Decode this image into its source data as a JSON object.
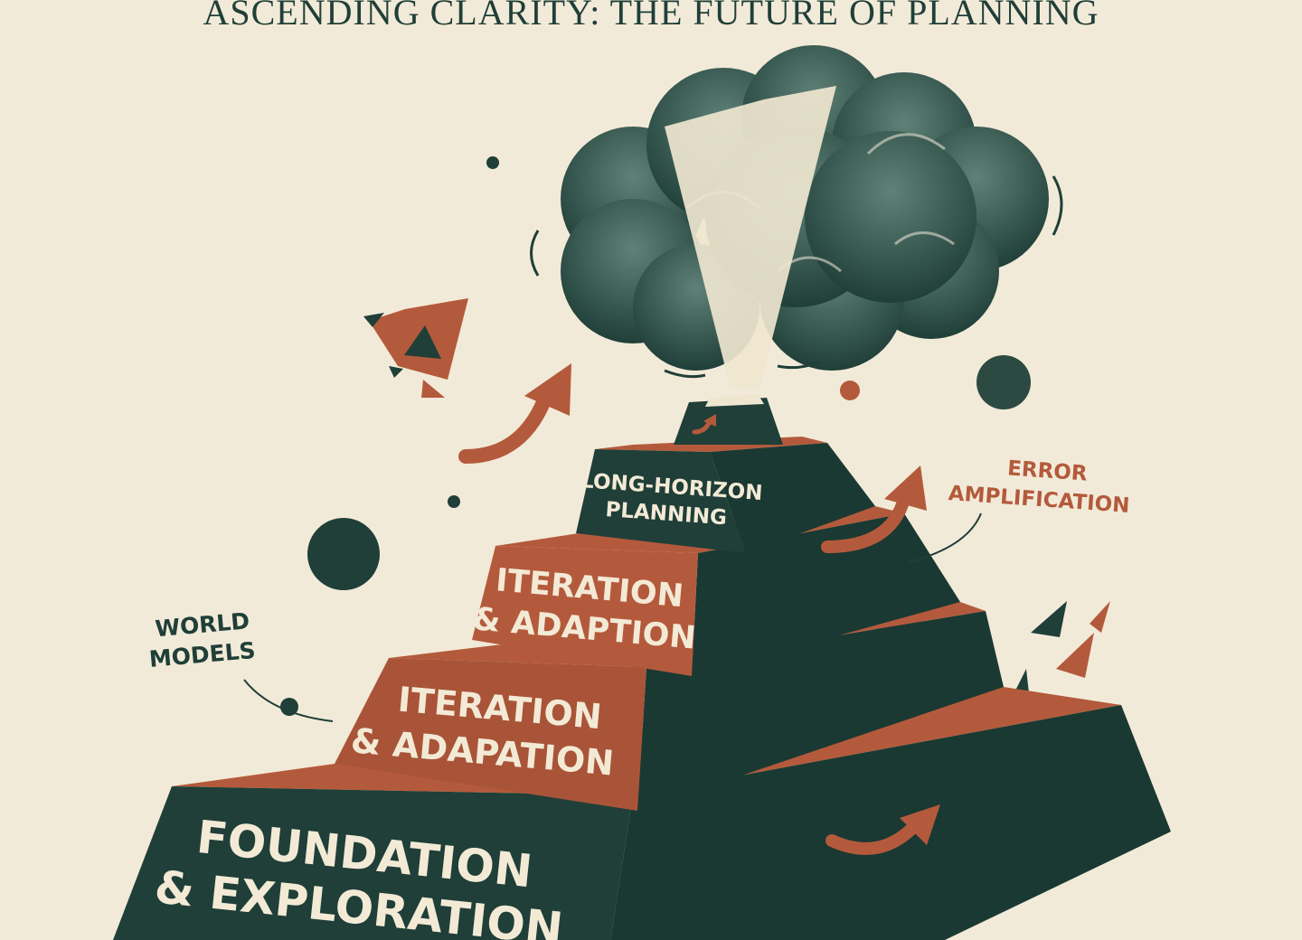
{
  "title": "ASCENDING CLARITY: THE FUTURE OF PLANNING",
  "tiers": {
    "top": [
      "LONG-HORIZON",
      "PLANNING"
    ],
    "second": [
      "ITERATION",
      "& ADAPTION"
    ],
    "third": [
      "ITERATION",
      "& ADAPATION"
    ],
    "base": [
      "FOUNDATION",
      "& EXPLORATION"
    ]
  },
  "callouts": {
    "world_models": [
      "WORLD",
      "MODELS"
    ],
    "error_amplification": [
      "ERROR",
      "AMPLIFICATION"
    ]
  },
  "colors": {
    "background": "#f2ead8",
    "rust": "#b45a3c",
    "dark_teal": "#1f3f38",
    "cream_text": "#f3ead6"
  }
}
